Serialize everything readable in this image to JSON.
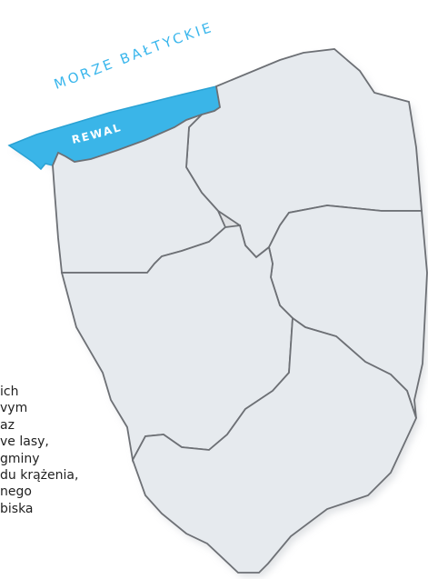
{
  "map": {
    "sea_label": "MORZE BAŁTYCKIE",
    "highlight_label": "REWAL",
    "colors": {
      "highlight": "#3ab5e8",
      "region_fill": "#e6eaee",
      "region_shadow": "#c2c7cc",
      "border": "#6d7075",
      "sea_label": "#39b6ec"
    }
  },
  "text": {
    "lines": [
      "ich",
      "vym",
      "az",
      "ve lasy,",
      "gminy",
      "du krążenia,",
      "nego",
      "biska"
    ]
  }
}
